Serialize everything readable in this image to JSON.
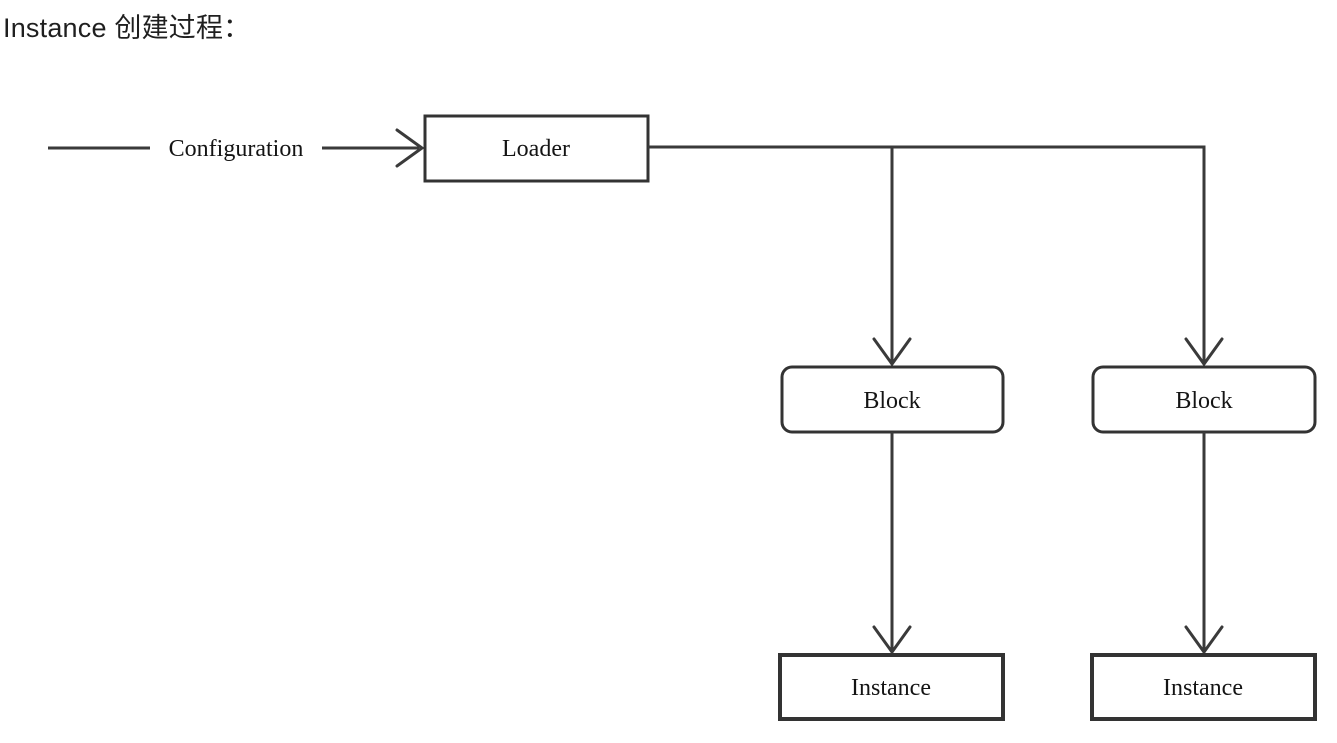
{
  "page": {
    "title": "Instance 创建过程："
  },
  "diagram": {
    "type": "flowchart",
    "background_color": "#ffffff",
    "stroke_color": "#3a3a3a",
    "labels": {
      "configuration": "Configuration",
      "loader": "Loader",
      "block_1": "Block",
      "block_2": "Block",
      "instance_1": "Instance",
      "instance_2": "Instance"
    },
    "nodes": [
      {
        "id": "loader",
        "label": "Loader",
        "shape": "rectangle"
      },
      {
        "id": "block_1",
        "label": "Block",
        "shape": "rounded-rectangle"
      },
      {
        "id": "block_2",
        "label": "Block",
        "shape": "rounded-rectangle"
      },
      {
        "id": "instance_1",
        "label": "Instance",
        "shape": "rectangle"
      },
      {
        "id": "instance_2",
        "label": "Instance",
        "shape": "rectangle"
      }
    ],
    "edges": [
      {
        "from": "start",
        "to": "loader",
        "label": "Configuration"
      },
      {
        "from": "loader",
        "to": "block_1"
      },
      {
        "from": "loader",
        "to": "block_2"
      },
      {
        "from": "block_1",
        "to": "instance_1"
      },
      {
        "from": "block_2",
        "to": "instance_2"
      }
    ]
  }
}
